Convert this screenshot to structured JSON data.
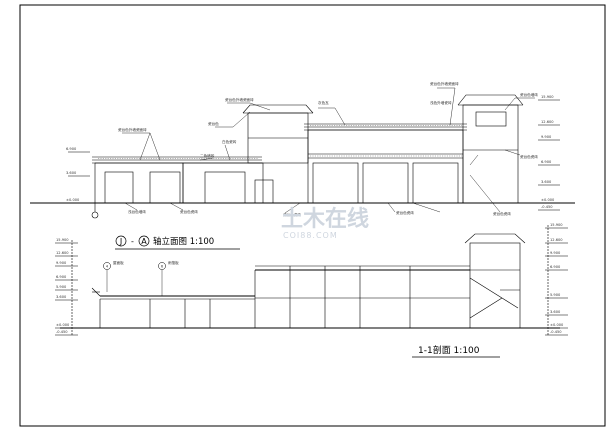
{
  "drawing": {
    "elevation_title": "轴立面图 1:100",
    "elevation_axis_start": "J",
    "elevation_axis_end": "A",
    "section_title": "1-1剖面 1:100",
    "bubble_4": "4",
    "bubble_6": "6",
    "elevation_notes": [
      "瓷台色外墙瓷面砖",
      "瓷台色",
      "瓷台色外墙瓷面砖",
      "灰色瓦",
      "瓷台色外墙瓷面砖",
      "瓷台色墙砖",
      "浅色外墙瓷砖",
      "瓷台色瓷砖",
      "白色瓷砖",
      "二色墙砖",
      "浅台色墙砖",
      "瓷台色瓷砖",
      "瓷台色瓷砖",
      "瓷台色瓷砖",
      "瓷台色瓷砖"
    ],
    "section_notes": [
      "屋面板",
      "雨篷板"
    ],
    "elevation_levels_left": [
      "6.900",
      "3.600",
      "±0.000"
    ],
    "elevation_levels_right": [
      "15.900",
      "12.600",
      "9.900",
      "6.900",
      "3.600",
      "±0.000",
      "-0.450"
    ],
    "section_levels_left": [
      "15.900",
      "12.600",
      "9.900",
      "6.900",
      "5.900",
      "3.600",
      "±0.000",
      "-0.450"
    ],
    "section_levels_right": [
      "15.900",
      "12.600",
      "9.900",
      "6.900",
      "5.900",
      "3.600",
      "±0.000",
      "-0.450"
    ],
    "watermark_text": "土木在线",
    "watermark_url": "COI88.COM"
  },
  "colors": {
    "line": "#000000",
    "watermark": "#cfd6df"
  }
}
